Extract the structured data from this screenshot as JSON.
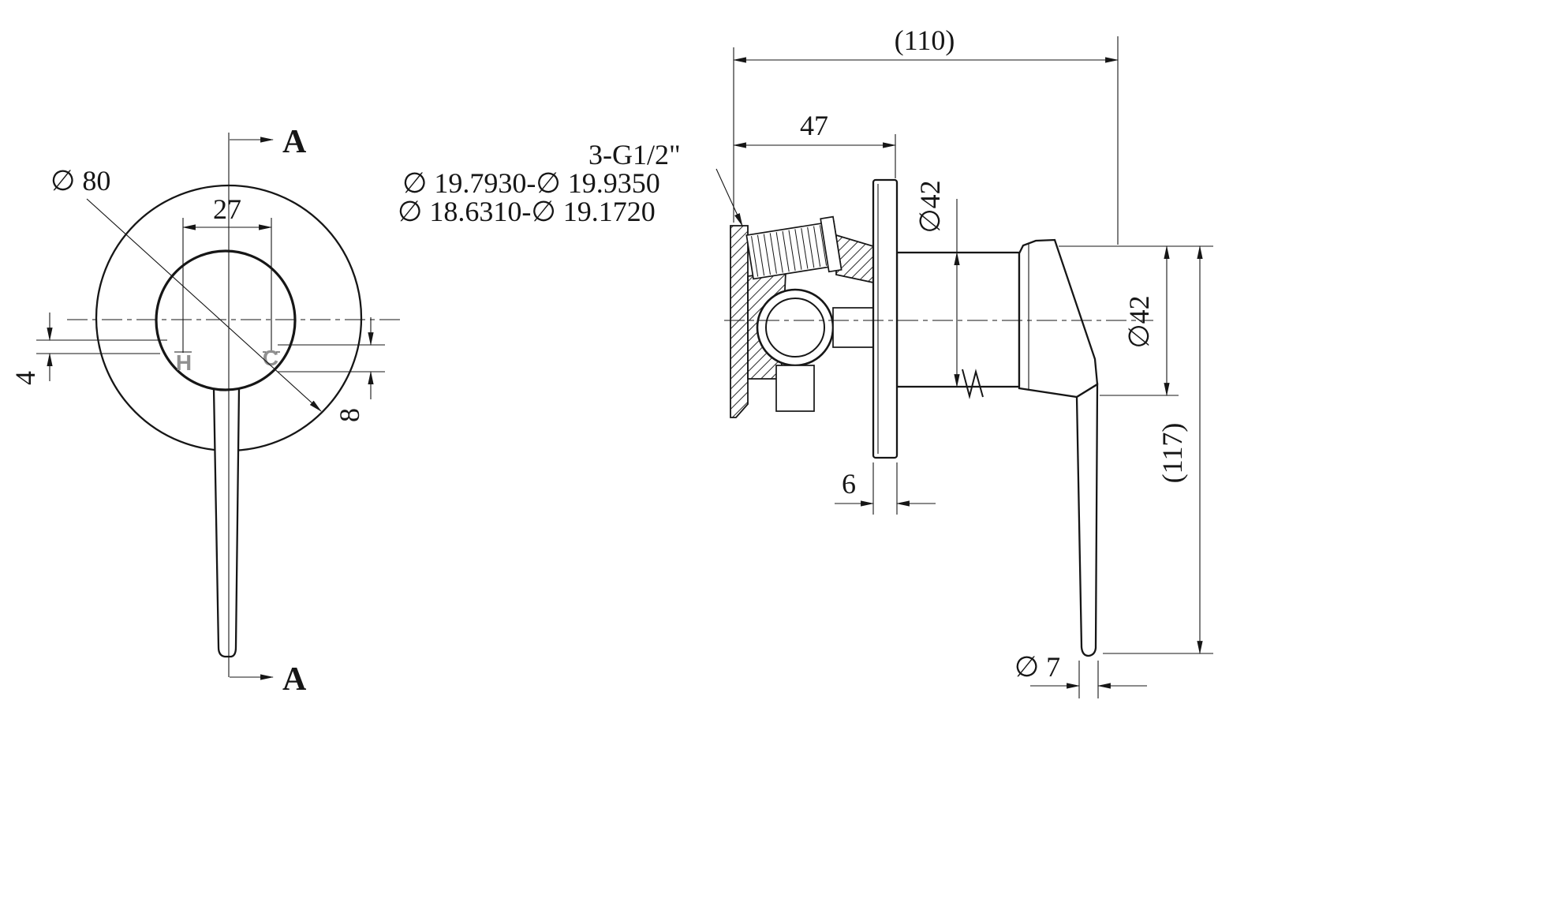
{
  "meta": {
    "background_color": "#ffffff",
    "line_color": "#161616",
    "muted_label_color": "#909090",
    "drawing_type": "shower mixer valve dimensional drawing"
  },
  "front_view": {
    "section_arrow_top_label": "A",
    "section_arrow_bottom_label": "A",
    "plate_diameter_label": "∅ 80",
    "port_spacing_label": "27",
    "hot_port_label": "H",
    "cold_port_label": "C",
    "offset_4_label": "4",
    "offset_8_label": "8"
  },
  "callouts": {
    "thread_spec_label": "3-G1/2\"",
    "bore_tolerance_line_1": "∅ 19.7930-∅ 19.9350",
    "bore_tolerance_line_2": "∅ 18.6310-∅ 19.1720"
  },
  "side_view": {
    "overall_depth_label": "(110)",
    "rough_in_depth_label": "47",
    "body_diameter_label": "∅42",
    "handle_base_diameter_label": "∅42",
    "plate_thickness_label": "6",
    "handle_drop_label": "(117)",
    "lever_diameter_label": "∅ 7"
  }
}
